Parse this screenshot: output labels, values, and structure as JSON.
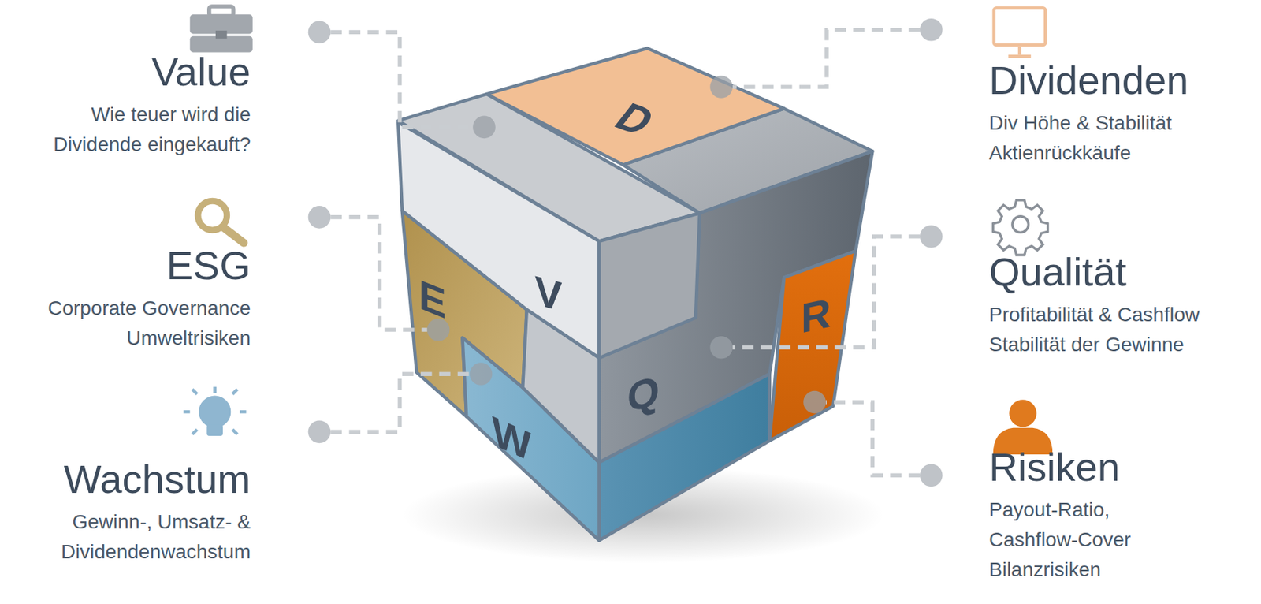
{
  "diagram": {
    "nodes": [
      {
        "text": [
          "Value",
          "Wie teuer wird die Dividende eingekauft?"
        ]
      },
      {
        "text": [
          "Dividenden",
          "Div Höhe & Stabilität Aktienrückkäufe"
        ]
      },
      {
        "text": [
          "ESG",
          "Corporate Governance Umweltrisiken"
        ]
      },
      {
        "text": [
          "Qualität",
          "Profitabilität & Cashflow Stabilität der Gewinne"
        ]
      },
      {
        "text": [
          "Wachstum",
          "Gewinn-, Umsatz- & Dividendenwachstum"
        ]
      },
      {
        "text": [
          "Risiken",
          "Payout-Ratio, Cashflow-Cover Bilanzrisiken"
        ]
      }
    ],
    "labels": [
      "D",
      "V",
      "E",
      "Q",
      "W",
      "R"
    ]
  }
}
